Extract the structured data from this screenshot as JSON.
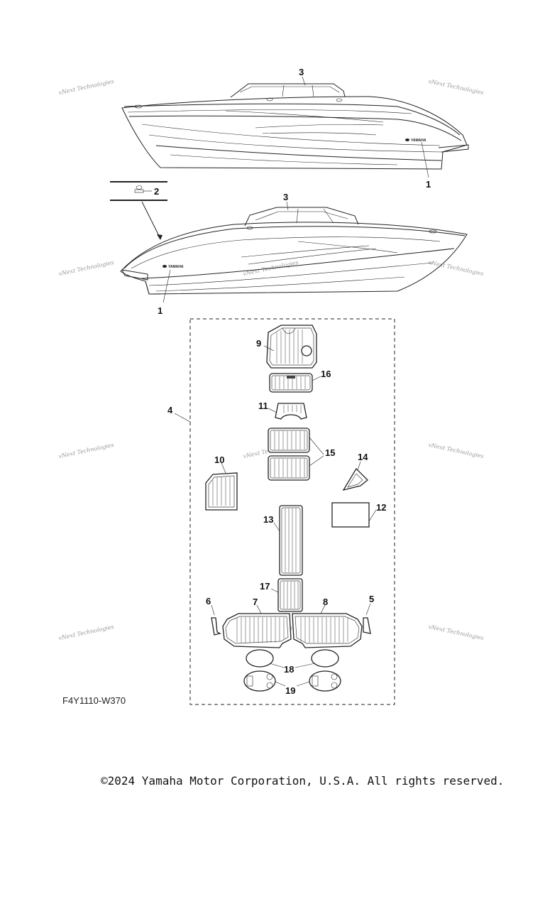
{
  "diagram": {
    "part_code": "F4Y1110-W370",
    "copyright": "©2024 Yamaha Motor Corporation, U.S.A. All rights reserved.",
    "watermark": "vNext Technologies",
    "brand_decal": "YAMAHA",
    "callouts": {
      "c1_top": "1",
      "c1_bottom": "1",
      "c2": "2",
      "c3_top": "3",
      "c3_bottom": "3",
      "c4": "4",
      "c5": "5",
      "c6": "6",
      "c7": "7",
      "c8": "8",
      "c9": "9",
      "c10": "10",
      "c11": "11",
      "c12": "12",
      "c13": "13",
      "c14": "14",
      "c15": "15",
      "c16": "16",
      "c17": "17",
      "c18": "18",
      "c19": "19"
    }
  }
}
